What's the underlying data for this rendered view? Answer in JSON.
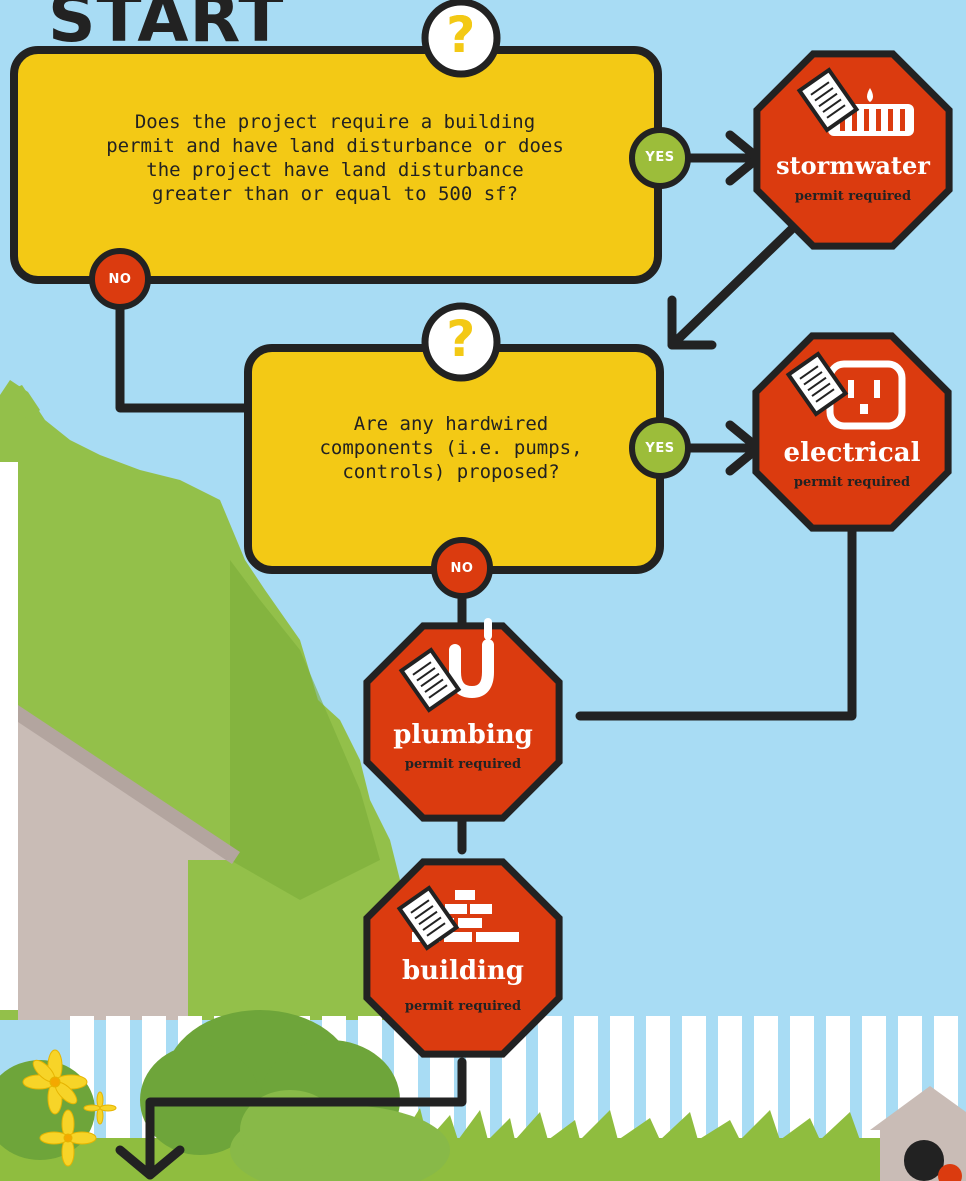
{
  "start_label": "START",
  "question_mark": "?",
  "question_1": {
    "text": "Does the project require a building permit and have land disturbance or does the project have land disturbance greater than or equal to 500 sf?",
    "yes_label": "YES",
    "no_label": "NO"
  },
  "question_2": {
    "text": "Are any hardwired components (i.e. pumps, controls) proposed?",
    "yes_label": "YES",
    "no_label": "NO"
  },
  "permits": {
    "stormwater": {
      "title": "stormwater",
      "subtitle": "permit required",
      "icon": "storm-drain-icon"
    },
    "electrical": {
      "title": "electrical",
      "subtitle": "permit required",
      "icon": "outlet-icon"
    },
    "plumbing": {
      "title": "plumbing",
      "subtitle": "permit required",
      "icon": "pipe-icon"
    },
    "building": {
      "title": "building",
      "subtitle": "permit required",
      "icon": "bricks-icon"
    }
  },
  "colors": {
    "sky": "#a8dcf4",
    "decision_box": "#f3c915",
    "stop_sign": "#db3b0f",
    "yes_badge": "#9cbd3a",
    "no_badge": "#db3b0f",
    "line": "#222222",
    "grass": "#8fbd3f"
  }
}
